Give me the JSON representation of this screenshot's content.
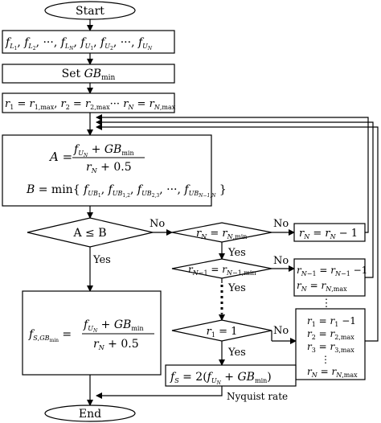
{
  "terminals": {
    "start": "Start",
    "end": "End"
  },
  "boxes": {
    "freq_list": "f_L1 , f_L2 , ··· , f_LN , f_U1 , f_U2 , ··· , f_UN",
    "set_gb": "Set GB_min",
    "init_r": "r1 = r1,max , r2 = r2,max ··· rN = rN,max",
    "calc_A": "A = (f_UN + GB_min) / (r_N + 0.5)",
    "calc_B": "B = min{ f_UB1 , f_UB1,2 , f_UB2,3 , ··· , f_UBN-1,N }",
    "fs_gb": "f_S,GBmin = (f_UN + GB_min) / (r_N + 0.5)",
    "fs_nyq": "f_S = 2( f_UN + GB_min )",
    "dec_rN": "r_N = r_N − 1",
    "dec_rN1": "r_N−1 = r_N−1 − 1 ; r_N = r_N,max",
    "reset_all": "r1 = r1 − 1 ; r2 = r2,max ; r3 = r3,max ; ⋮ ; r_N = r_N,max"
  },
  "decisions": {
    "a_le_b": "A ≤ B",
    "rN_min": "r_N = r_N,min",
    "rN1_min": "r_N−1 = r_N−1,min",
    "r1_eq_1": "r1 = 1"
  },
  "labels": {
    "yes": "Yes",
    "no": "No",
    "nyquist": "Nyquist rate"
  }
}
